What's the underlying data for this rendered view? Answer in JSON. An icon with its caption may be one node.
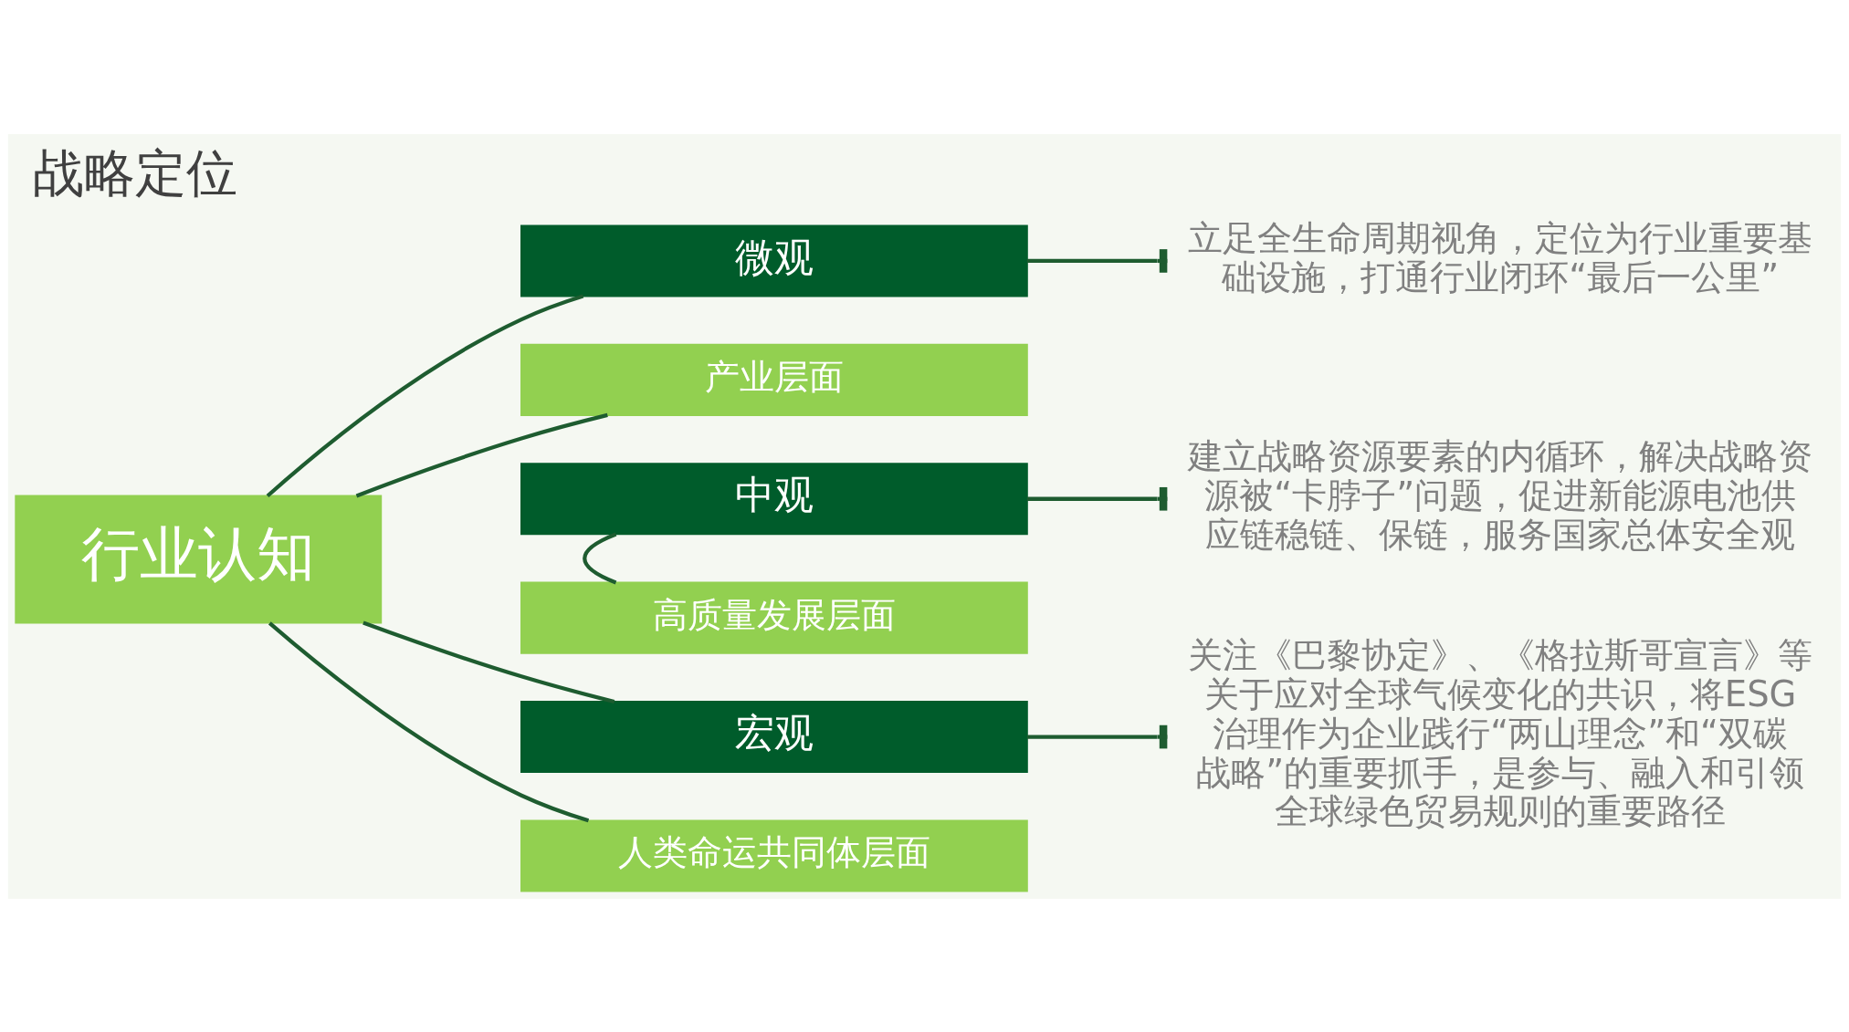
{
  "diagram": {
    "title": "战略定位",
    "nodes": [
      {
        "text": [
          "行业认知"
        ]
      },
      {
        "text": [
          "微观"
        ]
      },
      {
        "text": [
          "产业层面"
        ]
      },
      {
        "text": [
          "中观"
        ]
      },
      {
        "text": [
          "高质量发展层面"
        ]
      },
      {
        "text": [
          "宏观"
        ]
      },
      {
        "text": [
          "人类命运共同体层面"
        ]
      },
      {
        "text": [
          "立足全生命周期视角，定位为行业重要基础设施，打通行业闭环“最后一公里”"
        ]
      },
      {
        "text": [
          "建立战略资源要素的内循环，解决战略资源被“卡脖子”问题，促进新能源电池供应链稳链、保链，服务国家总体安全观"
        ]
      },
      {
        "text": [
          "关注《巴黎协定》、《格拉斯哥宣言》等关于应对全球气候变化的共识，将ESG治理作为企业践行“两山理念”和“双碳战略”的重要抓手，是参与、融入和引领全球绿色贸易规则的重要路径"
        ]
      }
    ],
    "edges": [
      {
        "from": 0,
        "to": 1,
        "arrow": "none"
      },
      {
        "from": 0,
        "to": 2,
        "arrow": "none"
      },
      {
        "from": 3,
        "to": 4,
        "arrow": "none"
      },
      {
        "from": 0,
        "to": 5,
        "arrow": "none"
      },
      {
        "from": 0,
        "to": 6,
        "arrow": "none"
      },
      {
        "from": 1,
        "to": 7,
        "arrow": "other"
      },
      {
        "from": 3,
        "to": 8,
        "arrow": "other"
      },
      {
        "from": 5,
        "to": 9,
        "arrow": "other"
      }
    ]
  }
}
